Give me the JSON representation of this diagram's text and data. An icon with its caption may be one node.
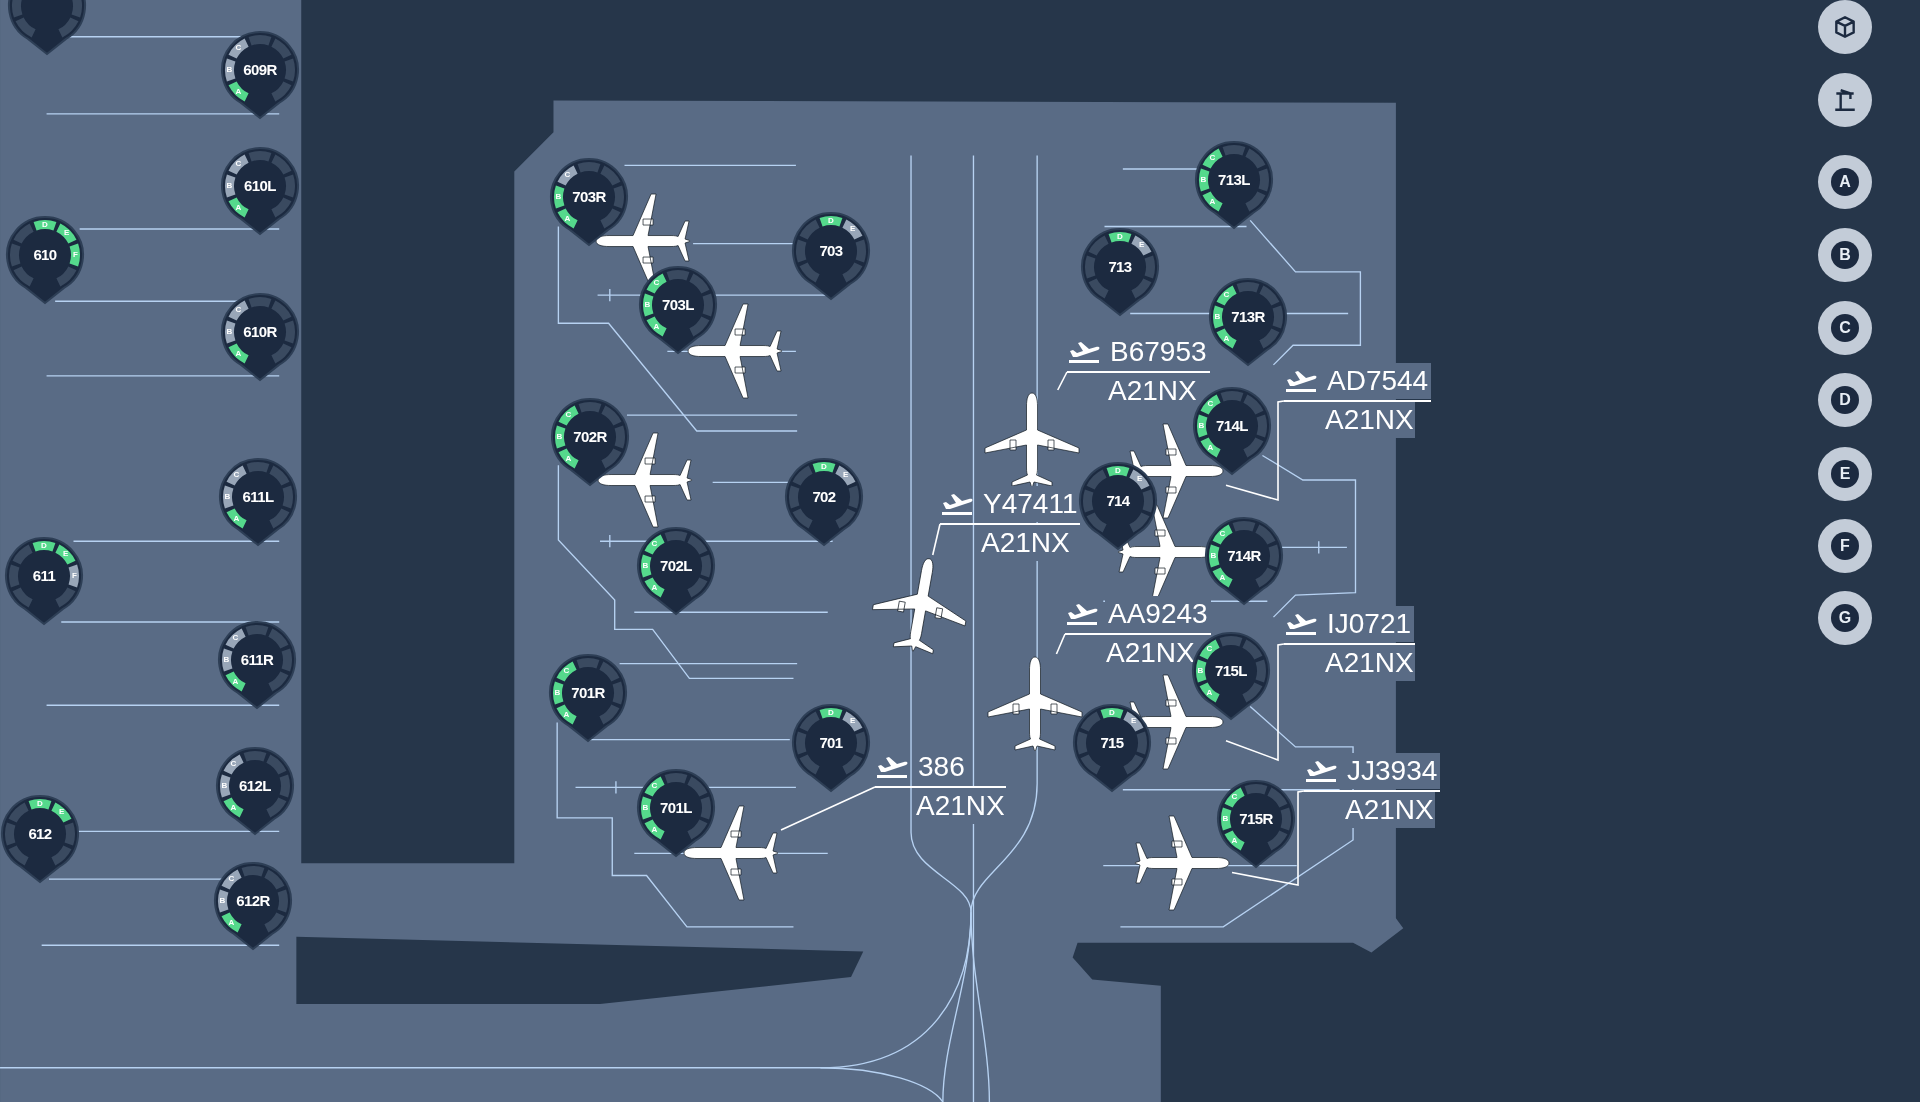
{
  "diagram": {
    "nodes": [
      {
        "text": [],
        "shape": "pin"
      },
      {
        "text": [
          "C",
          "B",
          "609R",
          "A"
        ]
      },
      {
        "text": [
          "C",
          "B",
          "610L",
          "A"
        ]
      },
      {
        "text": [
          "D",
          "E",
          "610",
          "F"
        ]
      },
      {
        "text": [
          "C",
          "B",
          "610R",
          "A"
        ]
      },
      {
        "text": [
          "C",
          "B",
          "611L",
          "A"
        ]
      },
      {
        "text": [
          "D",
          "E",
          "611",
          "F"
        ]
      },
      {
        "text": [
          "C",
          "B",
          "611R",
          "A"
        ]
      },
      {
        "text": [
          "C",
          "B",
          "612L",
          "A"
        ]
      },
      {
        "text": [
          "D",
          "E",
          "612"
        ]
      },
      {
        "text": [
          "C",
          "B",
          "612R",
          "A"
        ]
      },
      {
        "text": [
          "C",
          "B",
          "703R",
          "A"
        ]
      },
      {
        "text": [
          "D",
          "E",
          "703"
        ]
      },
      {
        "text": [
          "C",
          "B",
          "703L",
          "A"
        ]
      },
      {
        "text": [
          "C",
          "B",
          "702R",
          "A"
        ]
      },
      {
        "text": [
          "D",
          "E",
          "702"
        ]
      },
      {
        "text": [
          "C",
          "B",
          "702L",
          "A"
        ]
      },
      {
        "text": [
          "C",
          "B",
          "701R",
          "A"
        ]
      },
      {
        "text": [
          "D",
          "E",
          "701"
        ]
      },
      {
        "text": [
          "C",
          "B",
          "701L",
          "A"
        ]
      },
      {
        "text": [
          "C",
          "B",
          "713L",
          "A"
        ]
      },
      {
        "text": [
          "D",
          "E",
          "713"
        ]
      },
      {
        "text": [
          "C",
          "B",
          "713R",
          "A"
        ]
      },
      {
        "text": [
          "C",
          "B",
          "714L",
          "A"
        ]
      },
      {
        "text": [
          "D",
          "E",
          "714"
        ]
      },
      {
        "text": [
          "C",
          "B",
          "714R",
          "A"
        ]
      },
      {
        "text": [
          "C",
          "B",
          "715L",
          "A"
        ]
      },
      {
        "text": [
          "D",
          "E",
          "715"
        ]
      },
      {
        "text": [
          "C",
          "B",
          "715R",
          "A"
        ]
      },
      {
        "text": [
          "B67953",
          "A21NX"
        ]
      },
      {
        "text": [
          "AD7544",
          "A21NX"
        ]
      },
      {
        "text": [
          "Y47411",
          "A21NX"
        ]
      },
      {
        "text": [
          "AA9243",
          "A21NX"
        ]
      },
      {
        "text": [
          "IJ0721",
          "A21NX"
        ]
      },
      {
        "text": [
          "386",
          "A21NX"
        ]
      },
      {
        "text": [
          "JJ3934",
          "A21NX"
        ]
      },
      {
        "text": [],
        "shape": "picture"
      },
      {
        "text": [],
        "shape": "picture"
      },
      {
        "text": [],
        "shape": "picture"
      },
      {
        "text": [],
        "shape": "picture"
      },
      {
        "text": [],
        "shape": "picture"
      },
      {
        "text": [],
        "shape": "picture"
      },
      {
        "text": [],
        "shape": "picture"
      },
      {
        "text": [],
        "shape": "circle"
      },
      {
        "text": [],
        "shape": "circle"
      },
      {
        "text": [
          "A"
        ]
      },
      {
        "text": [
          "B"
        ]
      },
      {
        "text": [
          "C"
        ]
      },
      {
        "text": [
          "D"
        ]
      },
      {
        "text": [
          "E"
        ]
      },
      {
        "text": [
          "F"
        ]
      },
      {
        "text": [
          "G"
        ]
      }
    ],
    "edges": [
      {
        "from": 29,
        "to": 36,
        "arrow": "none"
      },
      {
        "from": 30,
        "to": 37,
        "arrow": "none"
      },
      {
        "from": 31,
        "to": 38,
        "arrow": "none"
      },
      {
        "from": 32,
        "to": 39,
        "arrow": "none"
      },
      {
        "from": 33,
        "to": 40,
        "arrow": "none"
      },
      {
        "from": 34,
        "to": 41,
        "arrow": "none"
      },
      {
        "from": 35,
        "to": 42,
        "arrow": "none"
      }
    ]
  }
}
